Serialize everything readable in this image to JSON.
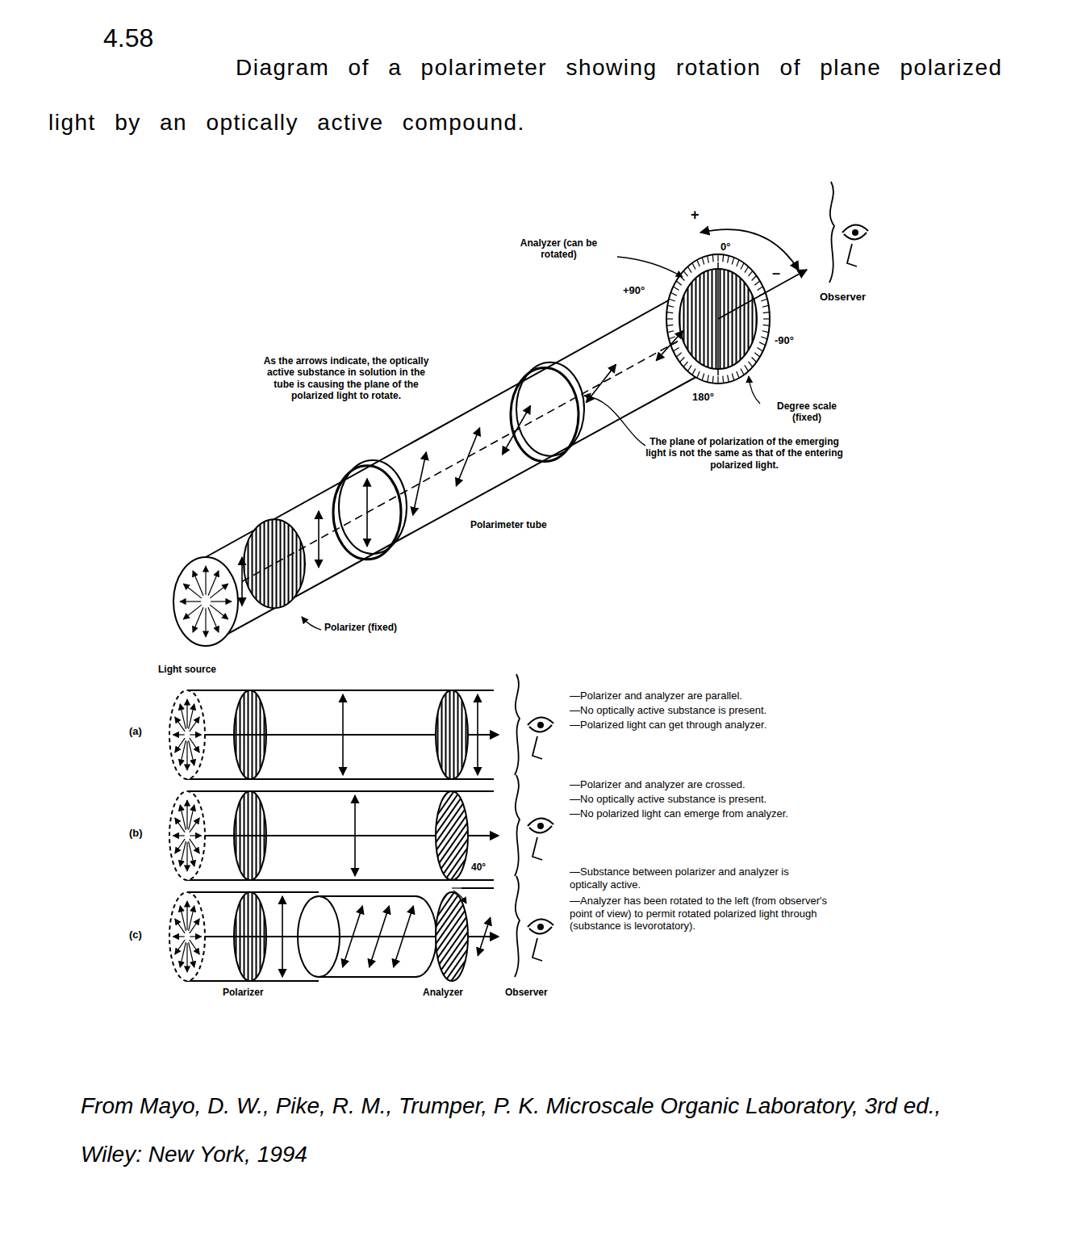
{
  "diagram": {
    "title": "Diagram of a polarimeter showing rotation of plane polarized light by an optically active compound.",
    "caption": "From Mayo, D. W., Pike, R. M., Trumper, P. K. Microscale Organic Laboratory, 3rd ed., Wiley: New York, 1994",
    "labels": [
      "4.58",
      "Analyzer (can be rotated)",
      "+",
      "0°",
      "–",
      "+90°",
      "Observer",
      "-90°",
      "As the arrows indicate, the optically active substance in solution in the tube is causing the plane of the polarized light to rotate.",
      "180°",
      "Degree scale (fixed)",
      "The plane of polarization of the emerging light is not the same as that of the entering polarized light.",
      "Polarimeter tube",
      "Polarizer (fixed)",
      "Light source",
      "(a)",
      "—Polarizer and analyzer are parallel.",
      "—No optically active substance is present.",
      "—Polarized light can get through analyzer.",
      "(b)",
      "—Polarizer and analyzer are crossed.",
      "—No optically active substance is present.",
      "—No polarized light can emerge from analyzer.",
      "40°",
      "(c)",
      "—Substance between polarizer and analyzer is optically active.",
      "—Analyzer has been rotated to the left (from observer's point of view) to permit rotated polarized light through (substance is levorotatory).",
      "Polarizer",
      "Analyzer",
      "Observer"
    ]
  }
}
